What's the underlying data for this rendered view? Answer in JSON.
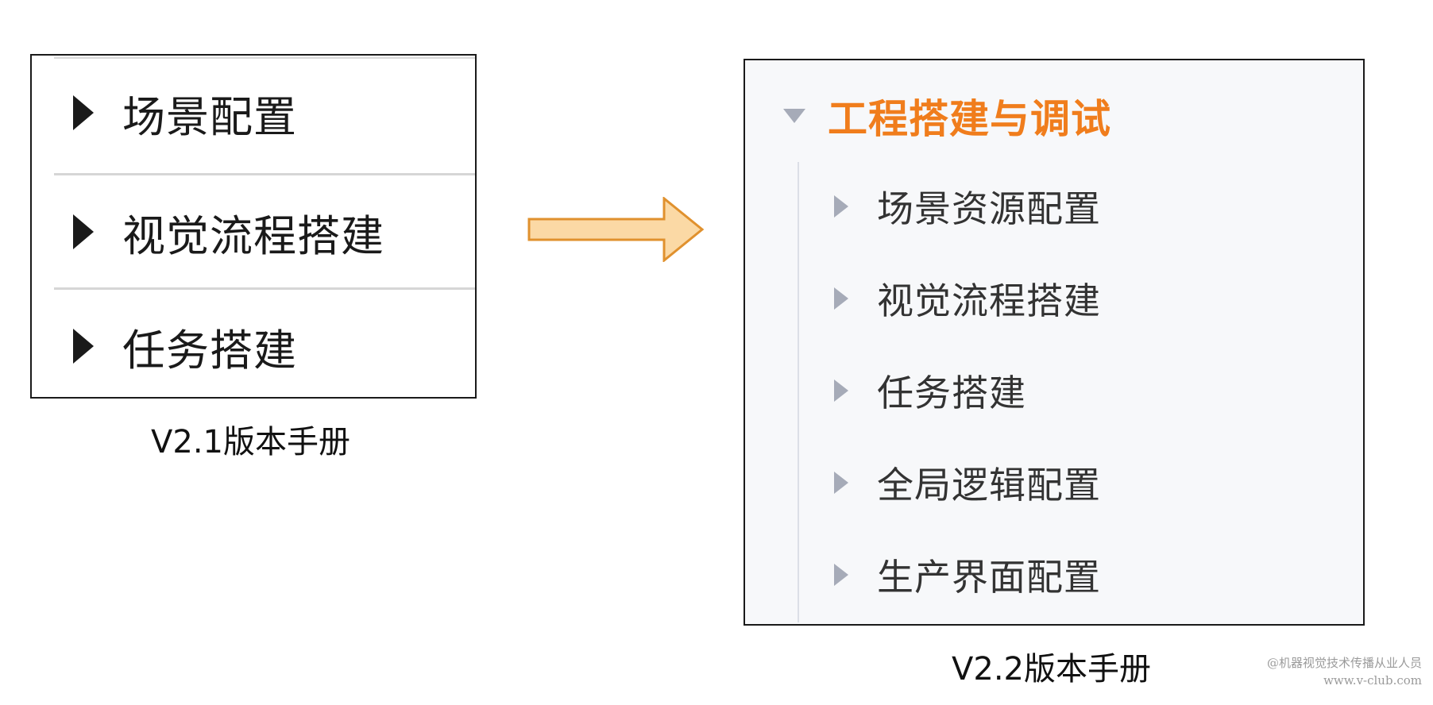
{
  "left_panel": {
    "items": [
      {
        "label": "场景配置"
      },
      {
        "label": "视觉流程搭建"
      },
      {
        "label": "任务搭建"
      }
    ],
    "caption": "V2.1版本手册"
  },
  "right_panel": {
    "group": {
      "label": "工程搭建与调试",
      "expanded": true,
      "items": [
        {
          "label": "场景资源配置"
        },
        {
          "label": "视觉流程搭建"
        },
        {
          "label": "任务搭建"
        },
        {
          "label": "全局逻辑配置"
        },
        {
          "label": "生产界面配置"
        }
      ]
    },
    "caption": "V2.2版本手册"
  },
  "arrow": {
    "fill": "#fbd9a5",
    "stroke": "#e0912e"
  },
  "colors": {
    "group_title": "#f07d1c",
    "tree_icon": "#a6abb8"
  },
  "watermark": {
    "line1": "@机器视觉技术传播从业人员",
    "line2": "www.v-club.com"
  }
}
